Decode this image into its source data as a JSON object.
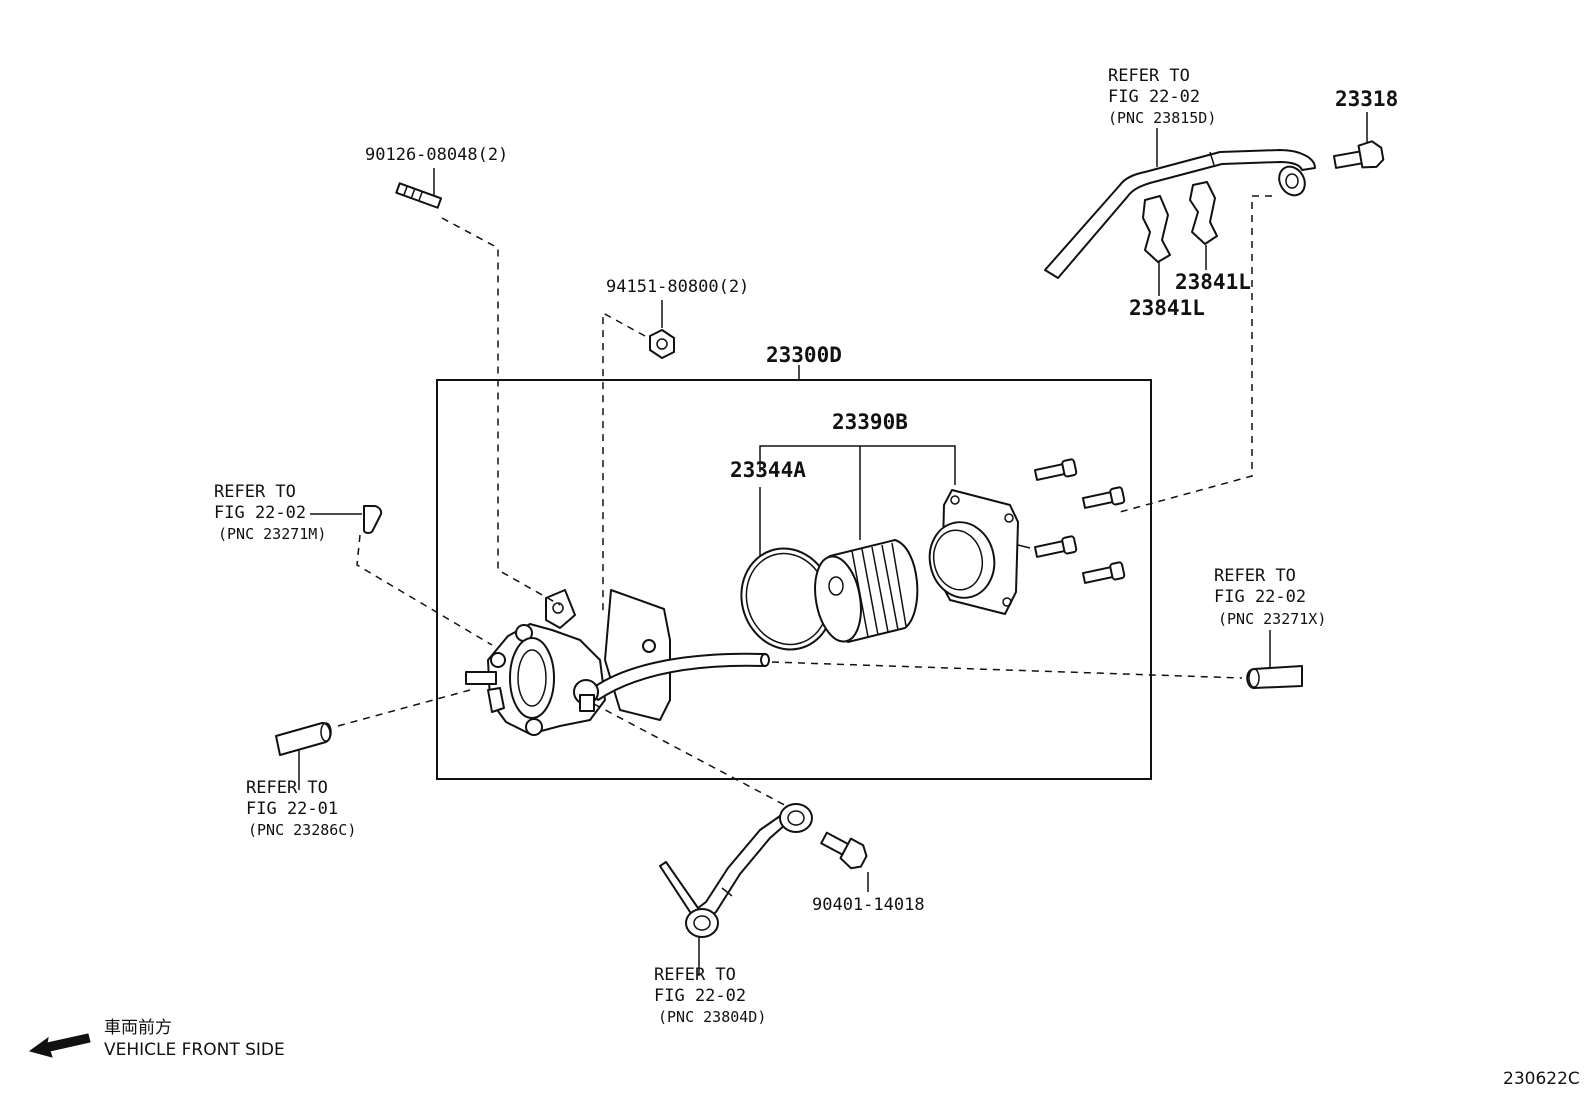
{
  "assembly": {
    "label": "23300D",
    "filter_label": "23390B",
    "oring_label": "23344A"
  },
  "parts": {
    "stud": "90126-08048(2)",
    "nut": "94151-80800(2)",
    "union_bolt_top": "23318",
    "clamp_a": "23841L",
    "clamp_b": "23841L",
    "union_bolt_bottom": "90401-14018"
  },
  "references": [
    {
      "line1": "REFER TO",
      "line2": "FIG 22-02",
      "line3": "(PNC 23815D)"
    },
    {
      "line1": "REFER TO",
      "line2": "FIG 22-02",
      "line3": "(PNC 23271M)"
    },
    {
      "line1": "REFER TO",
      "line2": "FIG 22-02",
      "line3": "(PNC 23271X)"
    },
    {
      "line1": "REFER TO",
      "line2": "FIG 22-01",
      "line3": "(PNC 23286C)"
    },
    {
      "line1": "REFER TO",
      "line2": "FIG 22-02",
      "line3": "(PNC 23804D)"
    }
  ],
  "orientation": {
    "japanese": "車両前方",
    "english": "VEHICLE FRONT SIDE",
    "icon": "arrow-left-icon"
  },
  "figure_code": "230622C"
}
